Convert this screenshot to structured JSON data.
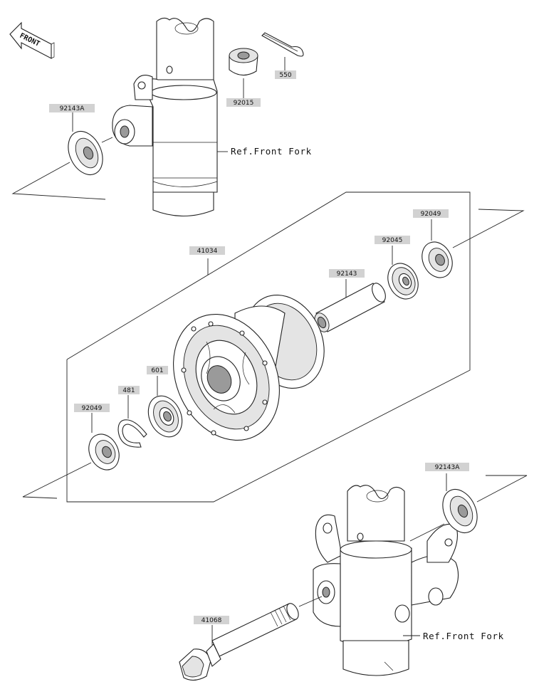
{
  "front_indicator": {
    "text": "FRONT"
  },
  "references": {
    "front_fork_top": "Ref.Front Fork",
    "front_fork_bottom": "Ref.Front Fork"
  },
  "callouts": {
    "c_92143A_top": "92143A",
    "c_92015": "92015",
    "c_550": "550",
    "c_41034": "41034",
    "c_92143": "92143",
    "c_92045": "92045",
    "c_92049_right": "92049",
    "c_601": "601",
    "c_481": "481",
    "c_92049_left": "92049",
    "c_92143A_bottom": "92143A",
    "c_41068": "41068"
  }
}
